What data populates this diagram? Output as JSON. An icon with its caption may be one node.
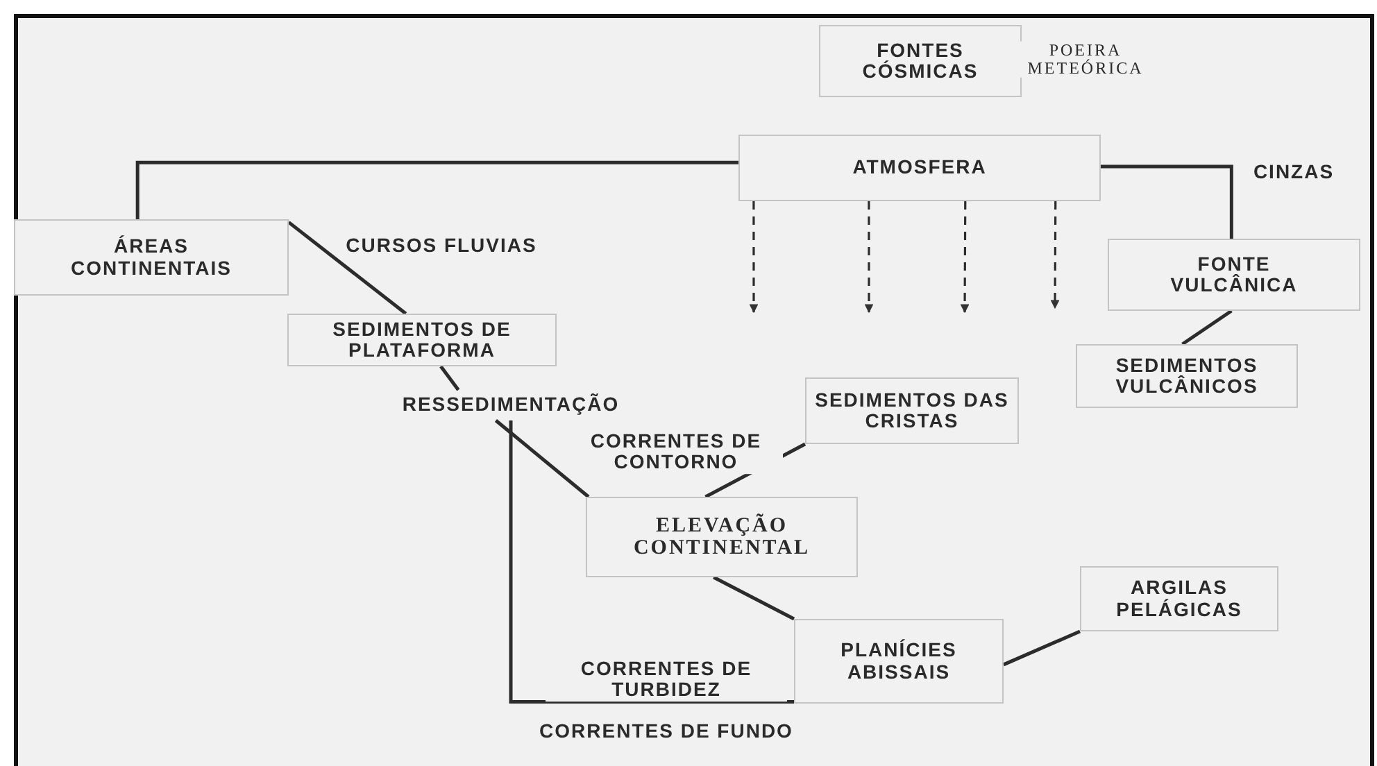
{
  "diagram": {
    "nodes": [
      {
        "text": [
          "FONTES CÓSMICAS"
        ],
        "beside": [
          "POEIRA METEÓRICA"
        ]
      },
      {
        "text": [
          "ATMOSFERA"
        ]
      },
      {
        "text": [
          "ÁREAS CONTINENTAIS"
        ]
      },
      {
        "text": [
          "FONTE VULCÂNICA"
        ]
      },
      {
        "text": [
          "SEDIMENTOS DE PLATAFORMA"
        ]
      },
      {
        "text": [
          "SEDIMENTOS VULCÂNICOS"
        ]
      },
      {
        "text": [
          "SEDIMENTOS DAS CRISTAS"
        ]
      },
      {
        "text": [
          "RESSEDIMENTAÇÃO"
        ]
      },
      {
        "text": [
          "ELEVAÇÃO CONTINENTAL"
        ]
      },
      {
        "text": [
          "ARGILAS PELÁGICAS"
        ]
      },
      {
        "text": [
          "PLANÍCIES ABISSAIS"
        ]
      }
    ],
    "edges": [
      {
        "from": 2,
        "to": 1,
        "arrow": "none"
      },
      {
        "from": 2,
        "to": 4,
        "arrow": "none",
        "label": "CURSOS FLUVIAS"
      },
      {
        "from": 1,
        "to": 3,
        "arrow": "none",
        "label": "CINZAS"
      },
      {
        "from": 1,
        "to": null,
        "arrow": "to",
        "style": "dashed"
      },
      {
        "from": 1,
        "to": null,
        "arrow": "to",
        "style": "dashed"
      },
      {
        "from": 1,
        "to": null,
        "arrow": "to",
        "style": "dashed"
      },
      {
        "from": 1,
        "to": null,
        "arrow": "to",
        "style": "dashed"
      },
      {
        "from": 3,
        "to": 5,
        "arrow": "none"
      },
      {
        "from": 4,
        "to": 7,
        "arrow": "none"
      },
      {
        "from": 7,
        "to": 8,
        "arrow": "none"
      },
      {
        "from": 7,
        "to": 10,
        "arrow": "none",
        "label": "CORRENTES DE TURBIDEZ"
      },
      {
        "from": 8,
        "to": 6,
        "arrow": "none",
        "label": "CORRENTES DE CONTORNO"
      },
      {
        "from": 8,
        "to": 10,
        "arrow": "none"
      },
      {
        "from": 10,
        "to": 9,
        "arrow": "none"
      }
    ],
    "labels": [
      "CORRENTES DE FUNDO"
    ]
  }
}
